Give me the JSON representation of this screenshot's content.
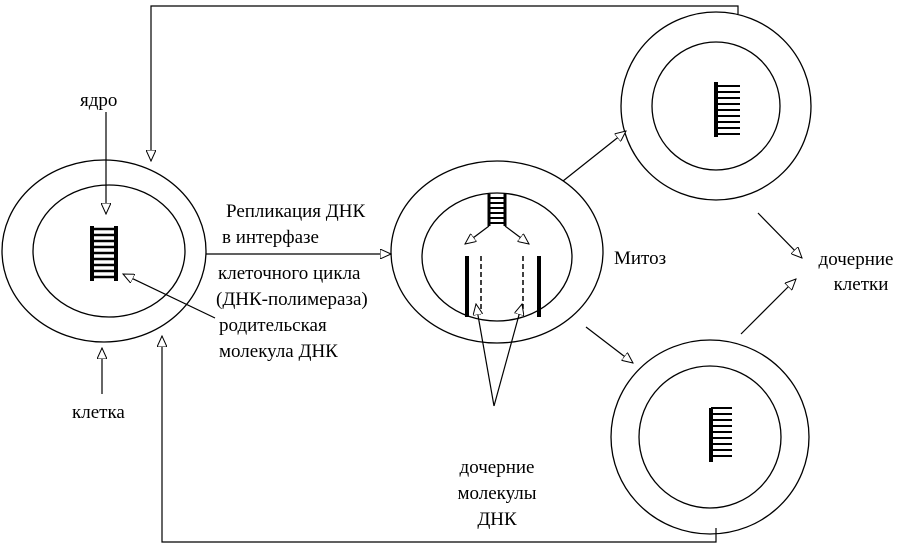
{
  "labels": {
    "nucleus": "ядро",
    "cell": "клетка",
    "replication_line1": "Репликация ДНК",
    "replication_line2": "в интерфазе",
    "cycle_line1": "клеточного цикла",
    "cycle_line2": "(ДНК-полимераза)",
    "parent_line1": "родительская",
    "parent_line2": "молекула ДНК",
    "mitosis": "Митоз",
    "daughter_cells_line1": "дочерние",
    "daughter_cells_line2": "клетки",
    "daughter_mol_line1": "дочерние",
    "daughter_mol_line2": "молекулы",
    "daughter_mol_line3": "ДНК"
  },
  "colors": {
    "ink": "#000000",
    "background": "#ffffff"
  }
}
